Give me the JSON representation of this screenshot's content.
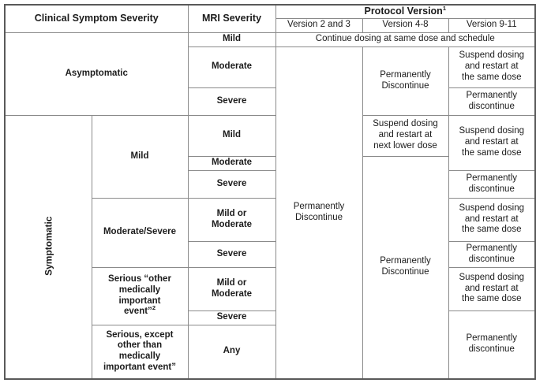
{
  "header": {
    "clinical_symptom_severity": "Clinical Symptom Severity",
    "mri_severity": "MRI Severity",
    "protocol_version": "Protocol Version",
    "protocol_version_footnote": "1",
    "version_2_3": "Version 2 and 3",
    "version_4_8": "Version 4-8",
    "version_9_11": "Version 9-11"
  },
  "clinical": {
    "asymptomatic": "Asymptomatic",
    "symptomatic": "Symptomatic",
    "sym_mild": "Mild",
    "sym_moderate_severe": "Moderate/Severe",
    "sym_serious_other": "Serious “other\nmedically\nimportant\nevent”",
    "sym_serious_other_footnote": "2",
    "sym_serious_except": "Serious, except\nother than\nmedically\nimportant event”"
  },
  "mri": {
    "asym_mild": "Mild",
    "asym_moderate": "Moderate",
    "asym_severe": "Severe",
    "sym_mild": "Mild",
    "sym_moderate": "Moderate",
    "sym_severe": "Severe",
    "modsev_mild_or_moderate": "Mild or\nModerate",
    "modsev_severe": "Severe",
    "serious_mild_or_moderate": "Mild or\nModerate",
    "serious_severe": "Severe",
    "serious_except_any": "Any"
  },
  "outcomes": {
    "asym_mild_all_versions": "Continue dosing at same dose and schedule",
    "v23_all_rows": "Permanently\nDiscontinue",
    "v48_asym_moderate_severe": "Permanently\nDiscontinue",
    "v48_sym_mild_mri_mild": "Suspend dosing\nand restart at\nnext lower dose",
    "v48_sym_remaining": "Permanently\nDiscontinue",
    "v911_asym_moderate": "Suspend dosing\nand restart at\nthe same dose",
    "v911_asym_severe": "Permanently\ndiscontinue",
    "v911_sym_mild_mild_moderate": "Suspend dosing\nand restart at\nthe same dose",
    "v911_sym_mild_severe": "Permanently\ndiscontinue",
    "v911_modsev_mild_moderate": "Suspend dosing\nand restart at\nthe same dose",
    "v911_modsev_severe": "Permanently\ndiscontinue",
    "v911_serious_mild_moderate": "Suspend dosing\nand restart at\nthe same dose",
    "v911_serious_severe_any": "Permanently\ndiscontinue"
  }
}
